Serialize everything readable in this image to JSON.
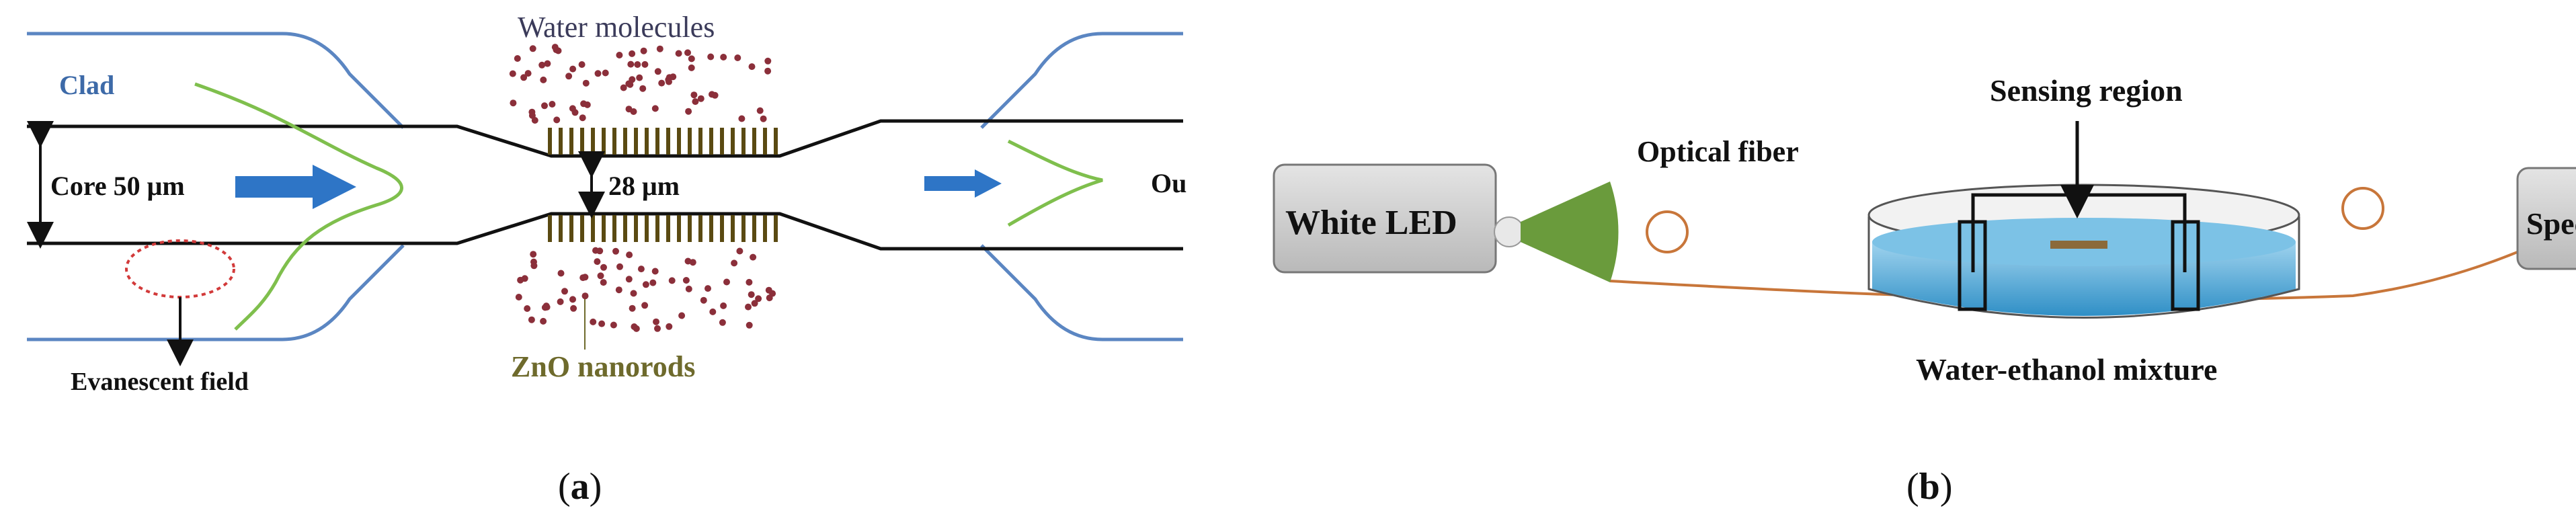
{
  "panel_a": {
    "clad_label": "Clad",
    "core_label": "Core 50 μm",
    "gap_label": "28 μm",
    "water_label": "Water molecules",
    "zno_label": "ZnO nanorods",
    "evanescent_label": "Evanescent field",
    "output_label_partial": "Ou",
    "caption_open": "(",
    "caption_letter": "a",
    "caption_close": ")"
  },
  "panel_b": {
    "led_label": "White  LED",
    "fiber_label": "Optical fiber",
    "sensing_label": "Sensing region",
    "mixture_label": "Water-ethanol mixture",
    "spec_label": "Spec",
    "caption_open": "(",
    "caption_letter": "b",
    "caption_close": ")"
  },
  "colors": {
    "clad": "#5b86c2",
    "core_line": "#111111",
    "evanescent_wave": "#7fbf4d",
    "arrow": "#2e75c6",
    "molecules": "#8b2f3a",
    "nanorods": "#5a4a12",
    "fiber": "#c8763a",
    "led_box": "#cfcfcf",
    "horn": "#6a9b3c",
    "water": "#5aaed8"
  }
}
